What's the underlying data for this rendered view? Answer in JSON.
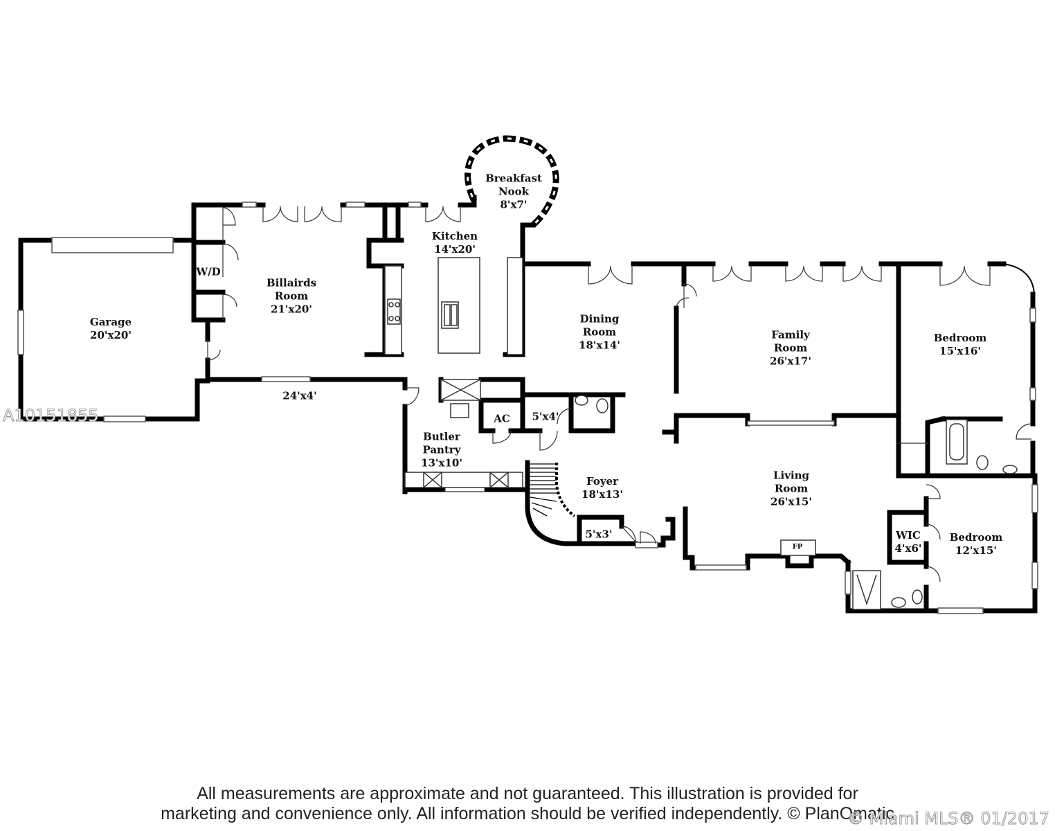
{
  "rooms": {
    "garage": {
      "name": "Garage",
      "dim": "20'x20'"
    },
    "billiards": {
      "name1": "Billairds",
      "name2": "Room",
      "dim": "21'x20'"
    },
    "wd": {
      "name": "W/D"
    },
    "kitchen": {
      "name": "Kitchen",
      "dim": "14'x20'"
    },
    "breakfast": {
      "name1": "Breakfast",
      "name2": "Nook",
      "dim": "8'x7'"
    },
    "dining": {
      "name1": "Dining",
      "name2": "Room",
      "dim": "18'x14'"
    },
    "family": {
      "name1": "Family",
      "name2": "Room",
      "dim": "26'x17'"
    },
    "bedroom1": {
      "name": "Bedroom",
      "dim": "15'x16'"
    },
    "hall": {
      "dim": "24'x4'"
    },
    "ac": {
      "name": "AC"
    },
    "bath_small": {
      "dim": "5'x4'"
    },
    "butler": {
      "name1": "Butler",
      "name2": "Pantry",
      "dim": "13'x10'"
    },
    "foyer": {
      "name": "Foyer",
      "dim": "18'x13'"
    },
    "closet": {
      "dim": "5'x3'"
    },
    "living": {
      "name1": "Living",
      "name2": "Room",
      "dim": "26'x15'"
    },
    "fp": {
      "name": "FP"
    },
    "wic": {
      "name": "WIC",
      "dim": "4'x6'"
    },
    "bedroom2": {
      "name": "Bedroom",
      "dim": "12'x15'"
    }
  },
  "watermark": {
    "listing_id": "A10151855",
    "mls": "© Miami MLS® 01/2017"
  },
  "disclaimer": {
    "line1": "All measurements are approximate and not guaranteed. This illustration is provided for",
    "line2": "marketing and convenience only. All information should be verified independently. © PlanOmatic"
  }
}
